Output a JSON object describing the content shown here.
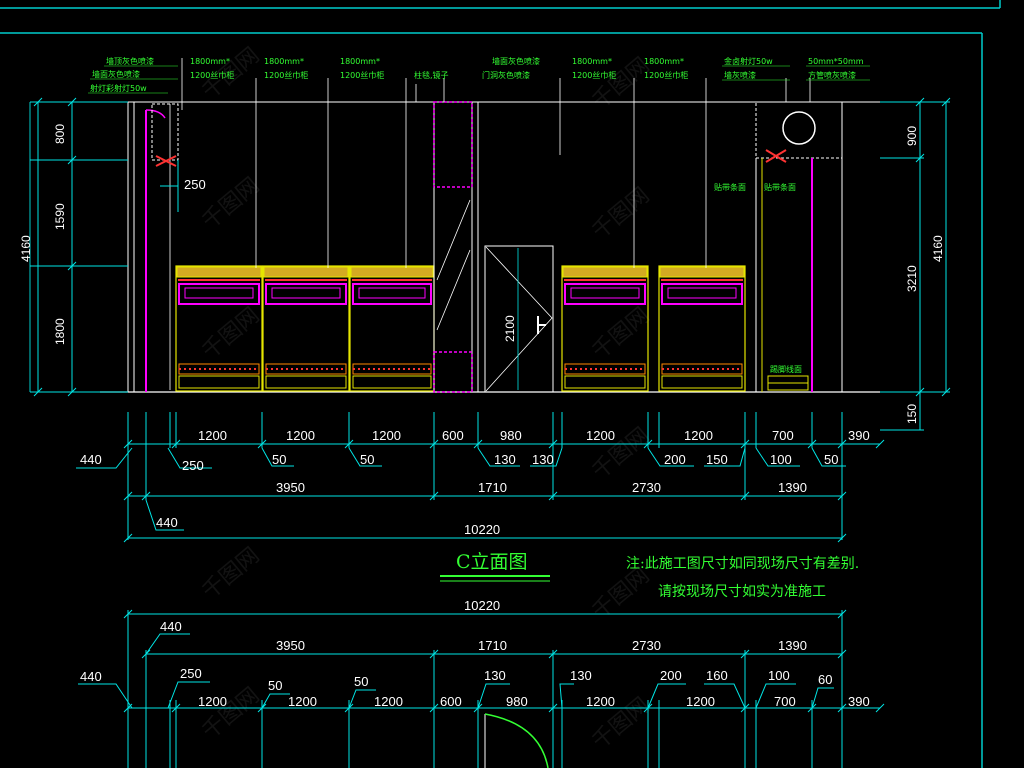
{
  "drawing": {
    "title": "C立面图",
    "remark_line1": "注:此施工图尺寸如同现场尺寸有差别.",
    "remark_line2": "请按现场尺寸如实为准施工",
    "watermark": "千图网",
    "colors": {
      "background": "#000000",
      "frame": "#00cccc",
      "dimension": "#00e5e5",
      "text": "#ffffff",
      "annotation": "#33ff33",
      "yellow": "#e5e500",
      "magenta": "#ff00ff",
      "red": "#ff3333",
      "orange": "#ff8800"
    }
  },
  "top_notes": {
    "left_1": "墙顶灰色喷漆",
    "left_2": "墙面灰色喷漆",
    "left_3": "射灯彩射灯50w",
    "cab1_line1": "1800mm*",
    "cab1_line2": "1200丝巾柜",
    "cab2_line1": "1800mm*",
    "cab2_line2": "1200丝巾柜",
    "cab3_line1": "1800mm*",
    "cab3_line2": "1200丝巾柜",
    "column": "柱毯,镜子",
    "door_1": "墙面灰色喷漆",
    "door_2": "门洞灰色喷漆",
    "cab4_line1": "1800mm*",
    "cab4_line2": "1200丝巾柜",
    "cab5_line1": "1800mm*",
    "cab5_line2": "1200丝巾柜",
    "right_1": "金卤射灯50w",
    "right_2": "墙灰喷漆",
    "right_3": "50mm*50mm",
    "right_4": "方管喷灰喷漆",
    "side_1": "贴带条面",
    "side_2": "贴带条面",
    "bottom_right": "踢脚线面"
  },
  "left_dims": {
    "total": "4160",
    "upper": "800",
    "middle": "1590",
    "lower": "1800",
    "lamp_offset": "250"
  },
  "right_dims": {
    "total": "4160",
    "upper": "900",
    "middle": "3210",
    "base": "150"
  },
  "door_dim": "2100",
  "dim_row1": {
    "labels": [
      "1200",
      "1200",
      "1200",
      "600",
      "980",
      "1200",
      "1200",
      "700",
      "390"
    ],
    "callouts": [
      "440",
      "250",
      "50",
      "50",
      "130",
      "130",
      "200",
      "150",
      "100",
      "50"
    ]
  },
  "dim_row2": {
    "labels": [
      "3950",
      "1710",
      "2730",
      "1390"
    ],
    "callout": "440"
  },
  "dim_row3": {
    "total": "10220"
  },
  "lower_dims": {
    "total": "10220",
    "callout_top": "440",
    "groups": [
      "3950",
      "1710",
      "2730",
      "1390"
    ],
    "callout_left": "440",
    "small": [
      "250",
      "50",
      "50",
      "130",
      "130",
      "200",
      "160",
      "100",
      "60"
    ],
    "labels": [
      "1200",
      "1200",
      "1200",
      "600",
      "980",
      "1200",
      "1200",
      "700",
      "390"
    ]
  }
}
